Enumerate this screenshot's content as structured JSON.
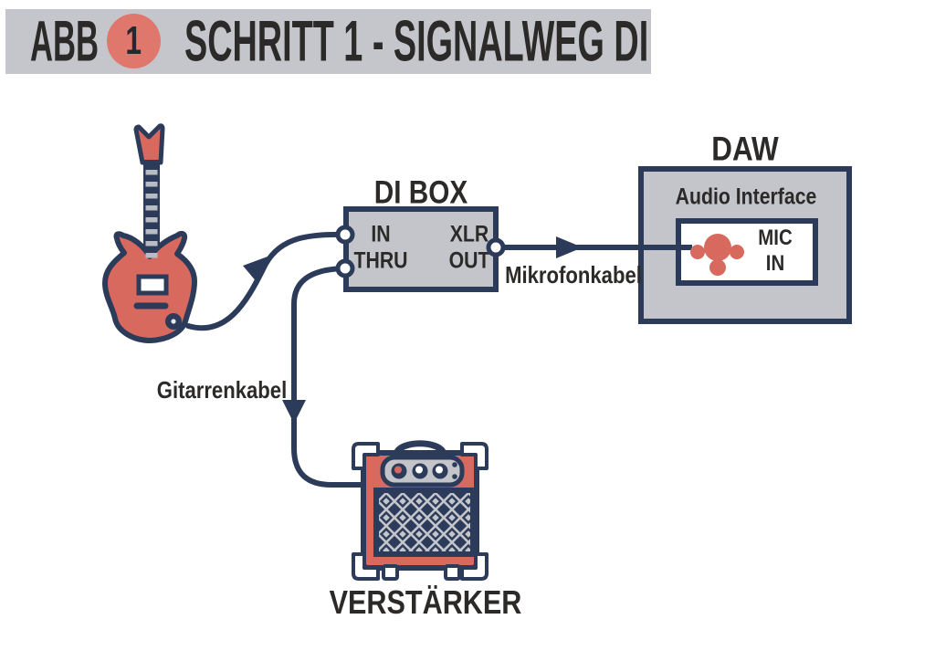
{
  "colors": {
    "navy": "#2d3b5a",
    "salmon": "#d7695f",
    "badge_salmon": "#e0776c",
    "panel_gray": "#c5c6cb",
    "text_dark": "#2b2a28",
    "white": "#ffffff"
  },
  "header": {
    "abb_label": "ABB",
    "figure_number": "1",
    "title": "SCHRITT 1 - SIGNALWEG DI"
  },
  "di_box": {
    "title": "DI BOX",
    "port_in": "IN",
    "port_thru": "THRU",
    "port_xlr": "XLR",
    "port_out": "OUT"
  },
  "daw": {
    "title": "DAW",
    "interface_label": "Audio Interface",
    "mic_in_line1": "MIC",
    "mic_in_line2": "IN"
  },
  "labels": {
    "mic_cable": "Mikrofonkabel",
    "guitar_cable": "Gitarrenkabel",
    "amplifier": "VERSTÄRKER"
  }
}
